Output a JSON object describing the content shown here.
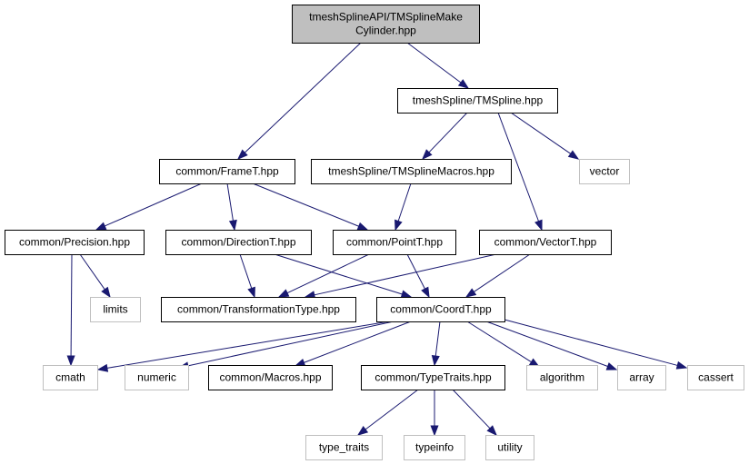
{
  "diagram": {
    "colors": {
      "edge": "#191970",
      "root_fill": "#bfbfbf",
      "node_border": "#000000",
      "system_border": "#bfbfbf",
      "background": "#ffffff"
    },
    "nodes": [
      {
        "id": "root",
        "lines": [
          "tmeshSplineAPI/TMSplineMake",
          "Cylinder.hpp"
        ],
        "kind": "root"
      },
      {
        "id": "tmspline",
        "lines": [
          "tmeshSpline/TMSpline.hpp"
        ],
        "kind": "local"
      },
      {
        "id": "framet",
        "lines": [
          "common/FrameT.hpp"
        ],
        "kind": "local"
      },
      {
        "id": "tmsplinemacros",
        "lines": [
          "tmeshSpline/TMSplineMacros.hpp"
        ],
        "kind": "local"
      },
      {
        "id": "vector",
        "lines": [
          "vector"
        ],
        "kind": "system"
      },
      {
        "id": "precision",
        "lines": [
          "common/Precision.hpp"
        ],
        "kind": "local"
      },
      {
        "id": "directiont",
        "lines": [
          "common/DirectionT.hpp"
        ],
        "kind": "local"
      },
      {
        "id": "pointt",
        "lines": [
          "common/PointT.hpp"
        ],
        "kind": "local"
      },
      {
        "id": "vectort",
        "lines": [
          "common/VectorT.hpp"
        ],
        "kind": "local"
      },
      {
        "id": "limits",
        "lines": [
          "limits"
        ],
        "kind": "system"
      },
      {
        "id": "transformationtype",
        "lines": [
          "common/TransformationType.hpp"
        ],
        "kind": "local"
      },
      {
        "id": "coordt",
        "lines": [
          "common/CoordT.hpp"
        ],
        "kind": "local"
      },
      {
        "id": "cmath",
        "lines": [
          "cmath"
        ],
        "kind": "system"
      },
      {
        "id": "numeric",
        "lines": [
          "numeric"
        ],
        "kind": "system"
      },
      {
        "id": "macros",
        "lines": [
          "common/Macros.hpp"
        ],
        "kind": "local"
      },
      {
        "id": "typetraits",
        "lines": [
          "common/TypeTraits.hpp"
        ],
        "kind": "local"
      },
      {
        "id": "algorithm",
        "lines": [
          "algorithm"
        ],
        "kind": "system"
      },
      {
        "id": "array",
        "lines": [
          "array"
        ],
        "kind": "system"
      },
      {
        "id": "cassert",
        "lines": [
          "cassert"
        ],
        "kind": "system"
      },
      {
        "id": "type_traits",
        "lines": [
          "type_traits"
        ],
        "kind": "system"
      },
      {
        "id": "typeinfo",
        "lines": [
          "typeinfo"
        ],
        "kind": "system"
      },
      {
        "id": "utility",
        "lines": [
          "utility"
        ],
        "kind": "system"
      }
    ],
    "edges": [
      {
        "from": "root",
        "to": "framet"
      },
      {
        "from": "root",
        "to": "tmspline"
      },
      {
        "from": "tmspline",
        "to": "tmsplinemacros"
      },
      {
        "from": "tmspline",
        "to": "vector"
      },
      {
        "from": "tmspline",
        "to": "vectort"
      },
      {
        "from": "framet",
        "to": "precision"
      },
      {
        "from": "framet",
        "to": "directiont"
      },
      {
        "from": "framet",
        "to": "pointt"
      },
      {
        "from": "tmsplinemacros",
        "to": "pointt"
      },
      {
        "from": "precision",
        "to": "limits"
      },
      {
        "from": "precision",
        "to": "cmath"
      },
      {
        "from": "directiont",
        "to": "transformationtype"
      },
      {
        "from": "directiont",
        "to": "coordt"
      },
      {
        "from": "pointt",
        "to": "transformationtype"
      },
      {
        "from": "pointt",
        "to": "coordt"
      },
      {
        "from": "vectort",
        "to": "transformationtype"
      },
      {
        "from": "vectort",
        "to": "coordt"
      },
      {
        "from": "coordt",
        "to": "cmath"
      },
      {
        "from": "coordt",
        "to": "numeric"
      },
      {
        "from": "coordt",
        "to": "macros"
      },
      {
        "from": "coordt",
        "to": "typetraits"
      },
      {
        "from": "coordt",
        "to": "algorithm"
      },
      {
        "from": "coordt",
        "to": "array"
      },
      {
        "from": "coordt",
        "to": "cassert"
      },
      {
        "from": "typetraits",
        "to": "type_traits"
      },
      {
        "from": "typetraits",
        "to": "typeinfo"
      },
      {
        "from": "typetraits",
        "to": "utility"
      }
    ]
  }
}
